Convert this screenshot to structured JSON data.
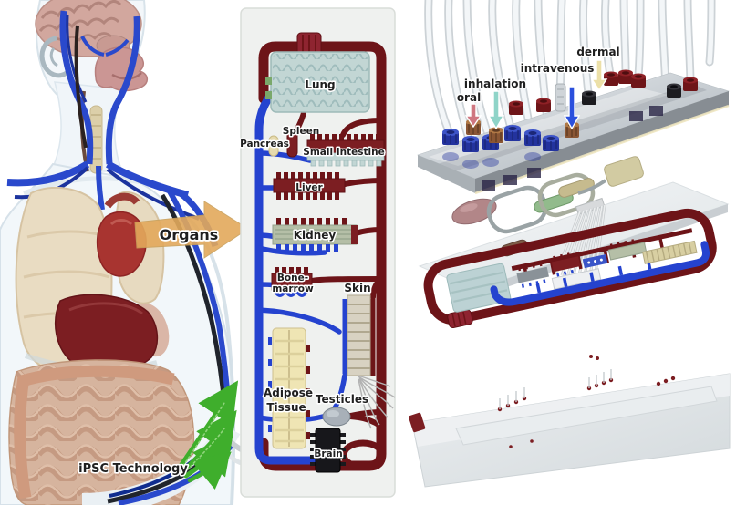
{
  "left_panel": {
    "organs_label": "Organs",
    "ipsc_label": "iPSC Technology",
    "organs_arrow_color": "#e3a95c",
    "ipsc_arrow_color": "#3fae2c"
  },
  "chip_schematic": {
    "labels": {
      "lung": "Lung",
      "spleen": "Spleen",
      "pancreas": "Pancreas",
      "small_intestine": "Small Intestine",
      "liver": "Liver",
      "kidney": "Kidney",
      "bone_marrow_line1": "Bone-",
      "bone_marrow_line2": "marrow",
      "skin": "Skin",
      "adipose_line1": "Adipose",
      "adipose_line2": "Tissue",
      "testicles": "Testicles",
      "brain": "Brain"
    },
    "channel_colors": {
      "arterial": "#6d1418",
      "venous": "#2543cf"
    }
  },
  "device_panel": {
    "routes": {
      "oral": "oral",
      "inhalation": "inhalation",
      "intravenous": "intravenous",
      "dermal": "dermal"
    },
    "route_arrow_colors": {
      "oral": "#cf7680",
      "inhalation": "#8fd4c8",
      "intravenous": "#2b50dd",
      "dermal": "#ece0a8"
    }
  },
  "palette": {
    "lung_membrane": "#bcd2d4",
    "adipose_tissue": "#efe5b4",
    "plate_grey": "#d9dee2",
    "cap_blue": "#2a3fb8",
    "cap_red": "#7e1d22",
    "cap_brown": "#9a5b38",
    "cap_black": "#1b1b1f"
  }
}
